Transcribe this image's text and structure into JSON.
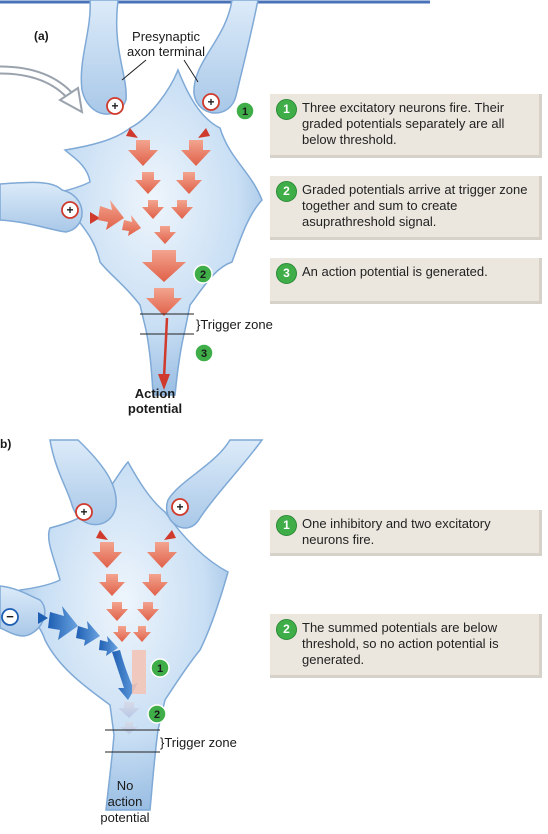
{
  "panel_a": {
    "label": "(a)",
    "terminal_label_line1": "Presynaptic",
    "terminal_label_line2": "axon terminal",
    "trigger_label": "}Trigger zone",
    "output_line1": "Action",
    "output_line2": "potential",
    "markers": [
      "1",
      "2",
      "3"
    ],
    "steps": [
      {
        "num": "1",
        "text": "Three excitatory neurons fire. Their graded potentials separately are all below threshold."
      },
      {
        "num": "2",
        "text": "Graded potentials arrive at trigger zone together and sum to create asuprathreshold signal."
      },
      {
        "num": "3",
        "text": "An action potential is generated."
      }
    ]
  },
  "panel_b": {
    "label": "b)",
    "trigger_label": "}Trigger zone",
    "output_line1": "No",
    "output_line2": "action",
    "output_line3": "potential",
    "markers": [
      "1",
      "2"
    ],
    "steps": [
      {
        "num": "1",
        "text": "One inhibitory and two excitatory neurons fire."
      },
      {
        "num": "2",
        "text": "The summed potentials are below threshold, so no action potential is generated."
      }
    ]
  },
  "symbols": {
    "excitatory": "+",
    "inhibitory": "−"
  },
  "colors": {
    "neuron_fill": "#bcd6f0",
    "excitatory_arrow": "#e8806a",
    "inhibitory_arrow": "#2f6fc0",
    "marker_green": "#3fae49",
    "header_rule": "#4a72b8"
  }
}
